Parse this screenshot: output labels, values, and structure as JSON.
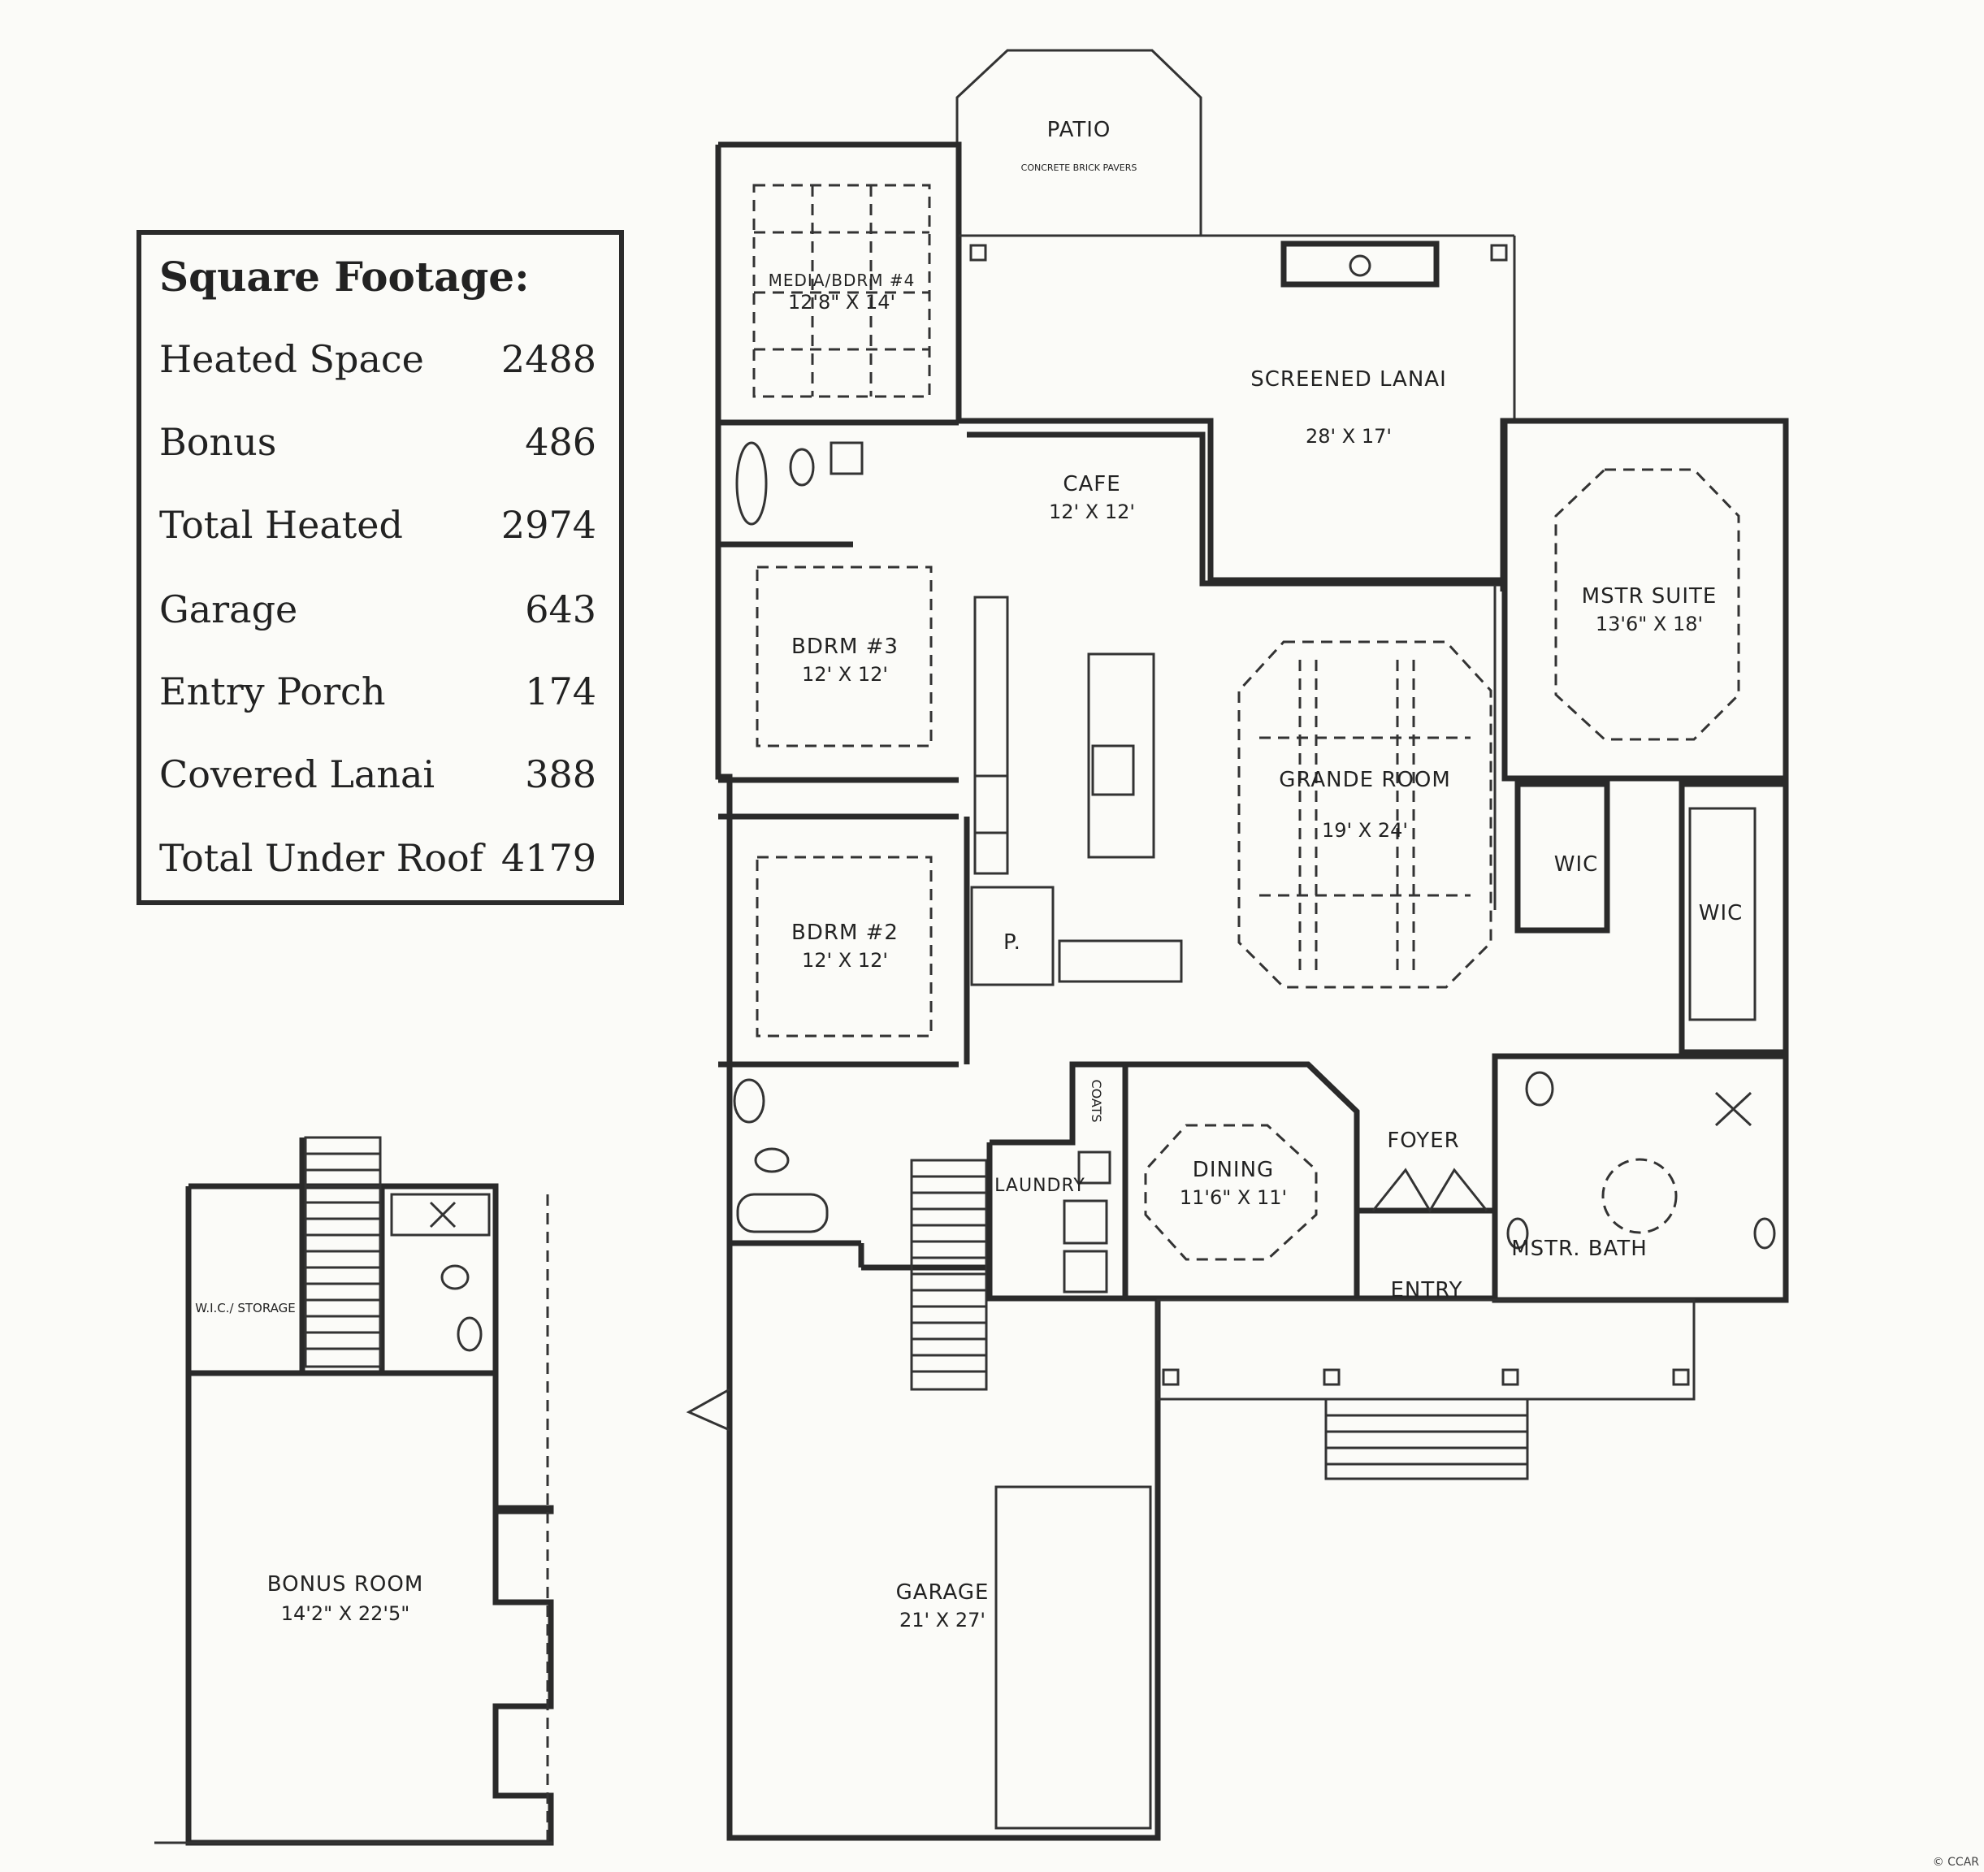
{
  "square_footage": {
    "title": "Square Footage:",
    "rows": [
      {
        "label": "Heated Space",
        "value": "2488"
      },
      {
        "label": "Bonus",
        "value": "486"
      },
      {
        "label": "Total Heated",
        "value": "2974"
      },
      {
        "label": "Garage",
        "value": "643"
      },
      {
        "label": "Entry Porch",
        "value": "174"
      },
      {
        "label": "Covered Lanai",
        "value": "388"
      },
      {
        "label": "Total Under Roof",
        "value": "4179"
      }
    ]
  },
  "rooms": {
    "patio": {
      "name": "PATIO",
      "note": "CONCRETE BRICK PAVERS"
    },
    "media": {
      "name": "MEDIA/BDRM #4",
      "dims": "12'8\" X 14'"
    },
    "lanai": {
      "name": "SCREENED LANAI",
      "dims": "28' X 17'"
    },
    "cafe": {
      "name": "CAFE",
      "dims": "12' X 12'"
    },
    "bdrm3": {
      "name": "BDRM #3",
      "dims": "12' X 12'"
    },
    "mstr_suite": {
      "name": "MSTR SUITE",
      "dims": "13'6\" X 18'"
    },
    "grande": {
      "name": "GRANDE ROOM",
      "dims": "19' X 24'"
    },
    "wic1": {
      "name": "WIC"
    },
    "wic2": {
      "name": "WIC"
    },
    "bdrm2": {
      "name": "BDRM #2",
      "dims": "12' X 12'"
    },
    "pantry": {
      "name": "P."
    },
    "coats": {
      "name": "COATS"
    },
    "laundry": {
      "name": "LAUNDRY"
    },
    "dining": {
      "name": "DINING",
      "dims": "11'6\" X 11'"
    },
    "foyer": {
      "name": "FOYER"
    },
    "entry": {
      "name": "ENTRY"
    },
    "mstr_bath": {
      "name": "MSTR. BATH"
    },
    "garage": {
      "name": "GARAGE",
      "dims": "21' X 27'"
    },
    "storage": {
      "name": "W.I.C./ STORAGE"
    },
    "bonus": {
      "name": "BONUS ROOM",
      "dims": "14'2\" X 22'5\""
    }
  },
  "credit": "© CCAR"
}
